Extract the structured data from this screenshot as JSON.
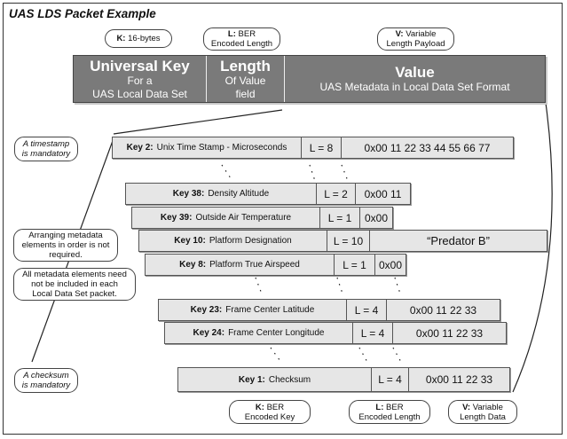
{
  "title": "UAS LDS Packet Example",
  "top_callouts": [
    {
      "bold": "K:",
      "text": "16-bytes",
      "line2": ""
    },
    {
      "bold": "L:",
      "text": "BER",
      "line2": "Encoded Length"
    },
    {
      "bold": "V:",
      "text": "Variable",
      "line2": "Length Payload"
    }
  ],
  "packet_header": {
    "key": {
      "title": "Universal Key",
      "sub1": "For a",
      "sub2": "UAS Local Data Set"
    },
    "length": {
      "title": "Length",
      "sub1": "Of Value",
      "sub2": "field"
    },
    "value": {
      "title": "Value",
      "sub1": "UAS Metadata in Local Data Set Format",
      "sub2": ""
    }
  },
  "side_notes": [
    {
      "lines": [
        "A timestamp",
        "is mandatory"
      ],
      "italic": true
    },
    {
      "lines": [
        "Arranging metadata",
        "elements in order is not",
        "required."
      ],
      "italic": false
    },
    {
      "lines": [
        "All metadata elements need",
        "not be included in each",
        "Local Data Set packet."
      ],
      "italic": false
    },
    {
      "lines": [
        "A checksum",
        "is mandatory"
      ],
      "italic": true
    }
  ],
  "rows": [
    {
      "key": "Key 2:",
      "name": "Unix Time Stamp - Microseconds",
      "len": "L = 8",
      "value": "0x00 11 22 33 44 55 66 77"
    },
    {
      "key": "Key 38:",
      "name": "Density Altitude",
      "len": "L = 2",
      "value": "0x00 11"
    },
    {
      "key": "Key 39:",
      "name": "Outside Air Temperature",
      "len": "L = 1",
      "value": "0x00"
    },
    {
      "key": "Key 10:",
      "name": "Platform Designation",
      "len": "L = 10",
      "value": "“Predator B”"
    },
    {
      "key": "Key 8:",
      "name": "Platform True Airspeed",
      "len": "L = 1",
      "value": "0x00"
    },
    {
      "key": "Key 23:",
      "name": "Frame Center Latitude",
      "len": "L = 4",
      "value": "0x00 11 22 33"
    },
    {
      "key": "Key 24:",
      "name": "Frame Center Longitude",
      "len": "L = 4",
      "value": "0x00 11 22 33"
    },
    {
      "key": "Key 1:",
      "name": "Checksum",
      "len": "L = 4",
      "value": "0x00 11 22 33"
    }
  ],
  "bottom_callouts": [
    {
      "bold": "K:",
      "text": "BER",
      "line2": "Encoded Key"
    },
    {
      "bold": "L:",
      "text": "BER",
      "line2": "Encoded Length"
    },
    {
      "bold": "V:",
      "text": "Variable",
      "line2": "Length Data"
    }
  ]
}
